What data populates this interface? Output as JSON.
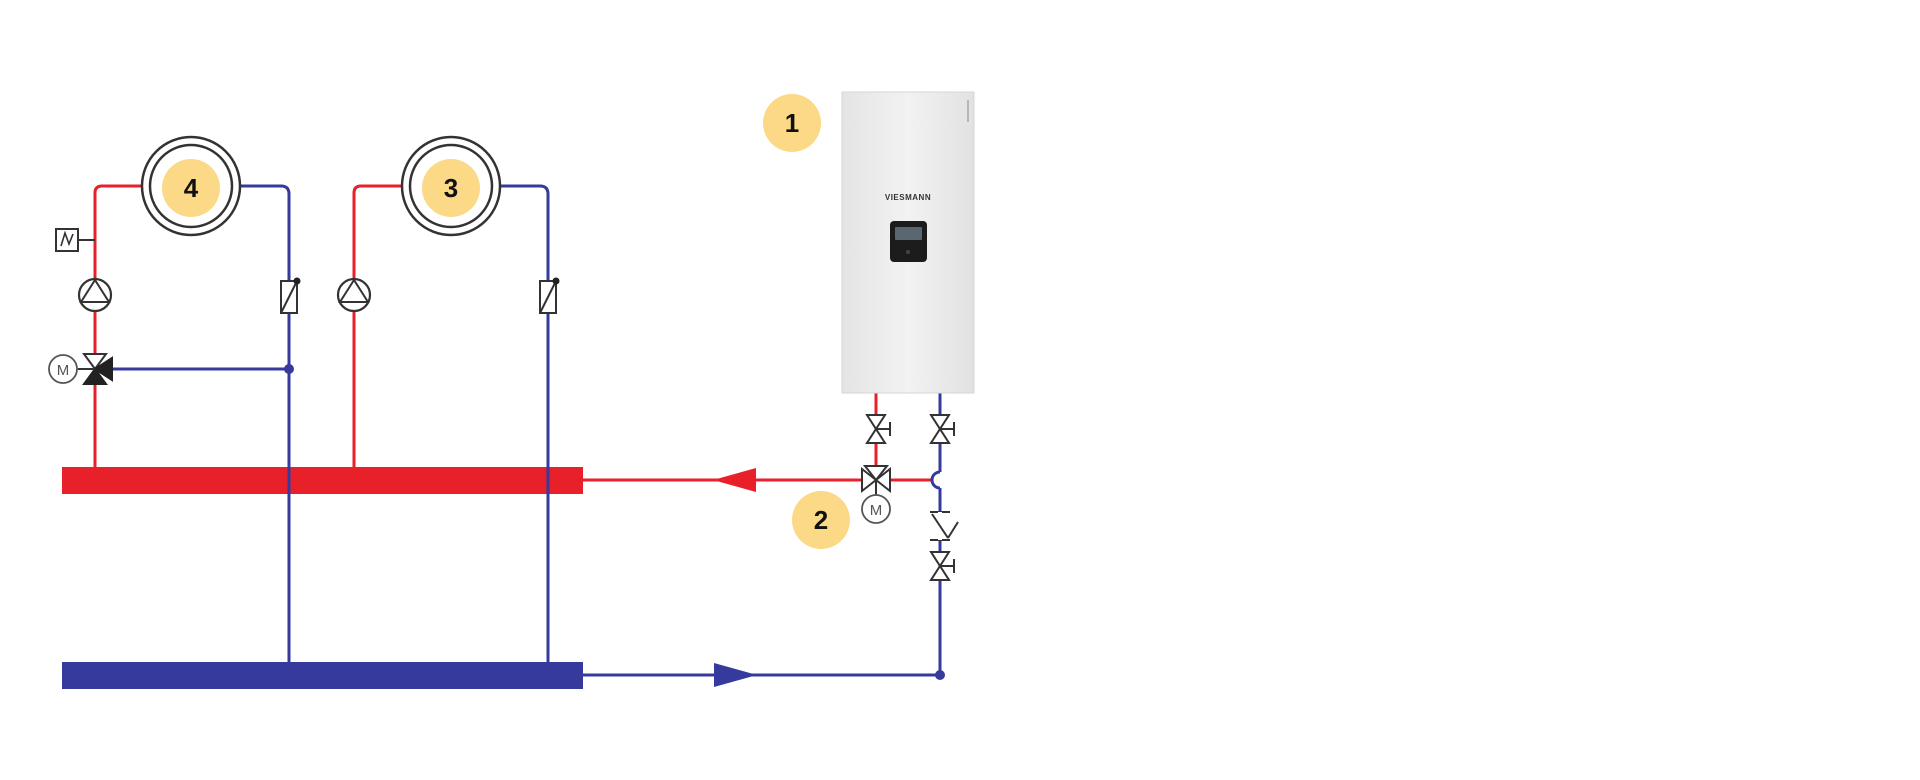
{
  "colors": {
    "supply": "#e8202a",
    "return": "#353a9c",
    "badge": "#fbd987",
    "symbol": "#333333",
    "boiler_body": "#ececec"
  },
  "boiler": {
    "brand": "VIESMANN",
    "icon": "electric-boiler-icon"
  },
  "badges": {
    "boiler": "1",
    "mixing_valve": "2",
    "circuit_right": "3",
    "circuit_left": "4"
  },
  "motor_label": "M",
  "icons": {
    "pump": "pump-icon",
    "check_valve": "check-valve-icon",
    "ball_valve": "ball-valve-icon",
    "three_way_valve": "three-way-valve-icon",
    "strainer": "strainer-icon",
    "thermostat": "thermostat-icon",
    "radiator": "heating-circuit-icon",
    "flow_arrow": "flow-arrow-icon"
  }
}
